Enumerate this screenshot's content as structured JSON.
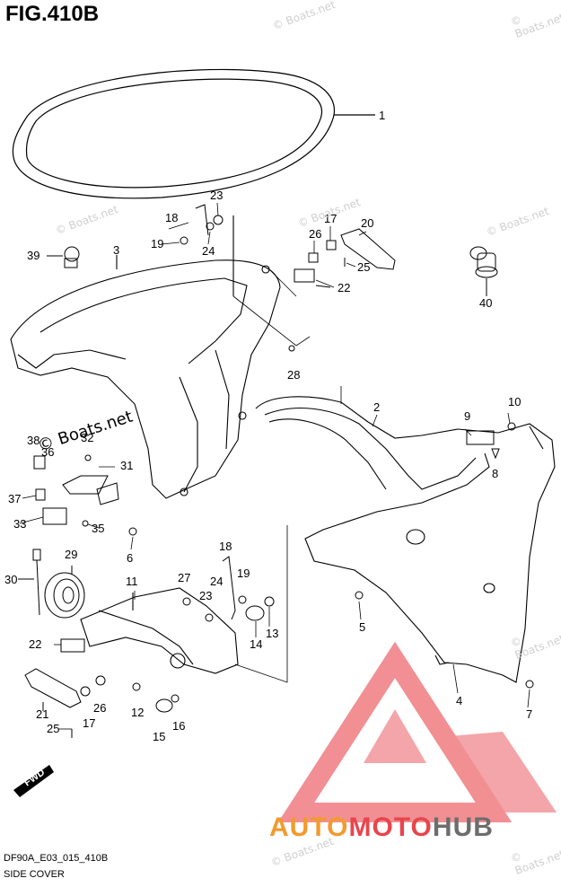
{
  "figure": {
    "title": "FIG.410B",
    "code": "DF90A_E03_015_410B",
    "caption": "SIDE COVER"
  },
  "watermarks": {
    "site": "© Boats.net",
    "site_inline": "© Boats.net",
    "brand_auto": "AUTO",
    "brand_moto": "MOTO",
    "brand_hub": "HUB"
  },
  "badges": {
    "fwd": "FWD"
  },
  "callouts": {
    "c1": "1",
    "c2": "2",
    "c3": "3",
    "c4": "4",
    "c5": "5",
    "c6": "6",
    "c7": "7",
    "c8": "8",
    "c9": "9",
    "c10": "10",
    "c11": "11",
    "c12": "12",
    "c13": "13",
    "c14": "14",
    "c15": "15",
    "c16": "16",
    "c17a": "17",
    "c17b": "17",
    "c18a": "18",
    "c18b": "18",
    "c19a": "19",
    "c19b": "19",
    "c20": "20",
    "c21": "21",
    "c22a": "22",
    "c22b": "22",
    "c23a": "23",
    "c23b": "23",
    "c24a": "24",
    "c24b": "24",
    "c25a": "25",
    "c25b": "25",
    "c26a": "26",
    "c26b": "26",
    "c27": "27",
    "c28": "28",
    "c29": "29",
    "c30": "30",
    "c31": "31",
    "c32": "32",
    "c33": "33",
    "c35": "35",
    "c36": "36",
    "c37": "37",
    "c38": "38",
    "c39": "39",
    "c40": "40"
  },
  "colors": {
    "line": "#000000",
    "watermark": "#cfcfcf",
    "brand_red": "#e8454c",
    "brand_orange": "#f29a2e",
    "brand_gray": "#6d6d6d"
  }
}
